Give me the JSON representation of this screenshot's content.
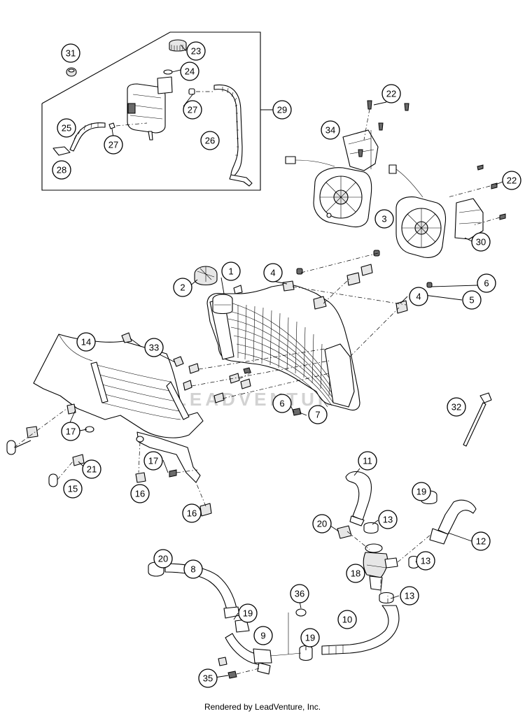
{
  "watermark": "LEADVENTURE",
  "footer": "Rendered by LeadVenture, Inc.",
  "callouts": [
    "31",
    "23",
    "24",
    "27",
    "29",
    "25",
    "27",
    "26",
    "28",
    "22",
    "34",
    "22",
    "3",
    "30",
    "1",
    "4",
    "2",
    "6",
    "5",
    "4",
    "14",
    "33",
    "6",
    "7",
    "32",
    "17",
    "21",
    "17",
    "15",
    "16",
    "16",
    "11",
    "19",
    "20",
    "13",
    "12",
    "13",
    "18",
    "20",
    "8",
    "13",
    "36",
    "19",
    "10",
    "9",
    "19",
    "35"
  ]
}
